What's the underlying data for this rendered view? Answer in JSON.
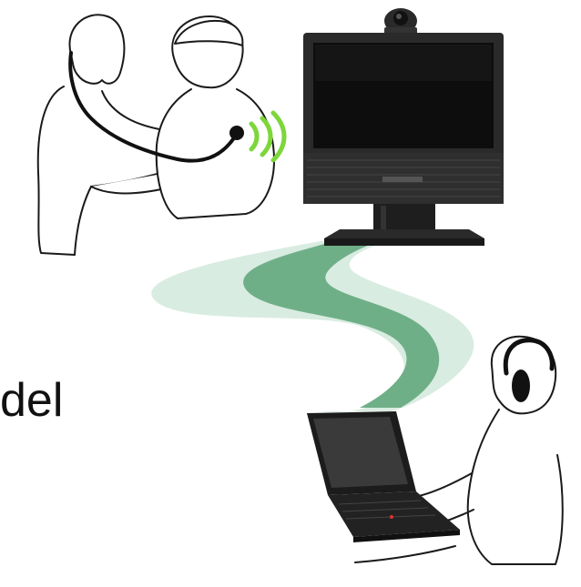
{
  "caption": {
    "visible_fragment": "del"
  },
  "palette": {
    "line": "#1a1a1a",
    "fill_white": "#ffffff",
    "signal_green": "#7dd63a",
    "stream_light": "#d9ece1",
    "stream_dark": "#6faf88",
    "monitor_body": "#2a2a2a",
    "monitor_screen": "#0d0d0d",
    "laptop_body": "#1c1c1c",
    "laptop_screen": "#3a3a3a",
    "headphone": "#111111"
  },
  "scene": {
    "left_group": [
      "examining-doctor",
      "patient",
      "stethoscope",
      "sound-waves"
    ],
    "center_group": [
      "video-conference-monitor",
      "camera",
      "monitor-stand"
    ],
    "link": [
      "data-stream"
    ],
    "right_group": [
      "remote-listener",
      "headphones",
      "laptop"
    ]
  }
}
